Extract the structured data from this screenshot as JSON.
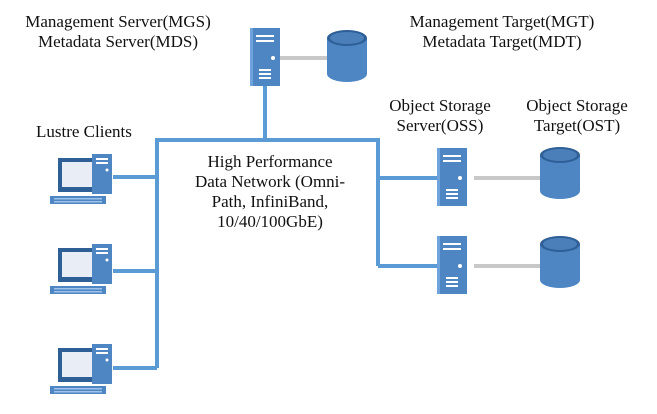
{
  "labels": {
    "mgs_line1": "Management Server(MGS)",
    "mgs_line2": "Metadata Server(MDS)",
    "mgt_line1": "Management Target(MGT)",
    "mgt_line2": "Metadata Target(MDT)",
    "oss_line1": "Object Storage",
    "oss_line2": "Server(OSS)",
    "ost_line1": "Object Storage",
    "ost_line2": "Target(OST)",
    "clients": "Lustre Clients",
    "network_line1": "High Performance",
    "network_line2": "Data Network (Omni-",
    "network_line3": "Path, InfiniBand,",
    "network_line4": "10/40/100GbE)"
  },
  "colors": {
    "network": "#5b9bd5",
    "device": "#4e86c4",
    "device_dark": "#2e5f96",
    "storage_link": "#c8c8c8"
  },
  "icons": {
    "server": "server-tower-icon",
    "storage": "database-cylinder-icon",
    "client": "desktop-computer-icon"
  }
}
